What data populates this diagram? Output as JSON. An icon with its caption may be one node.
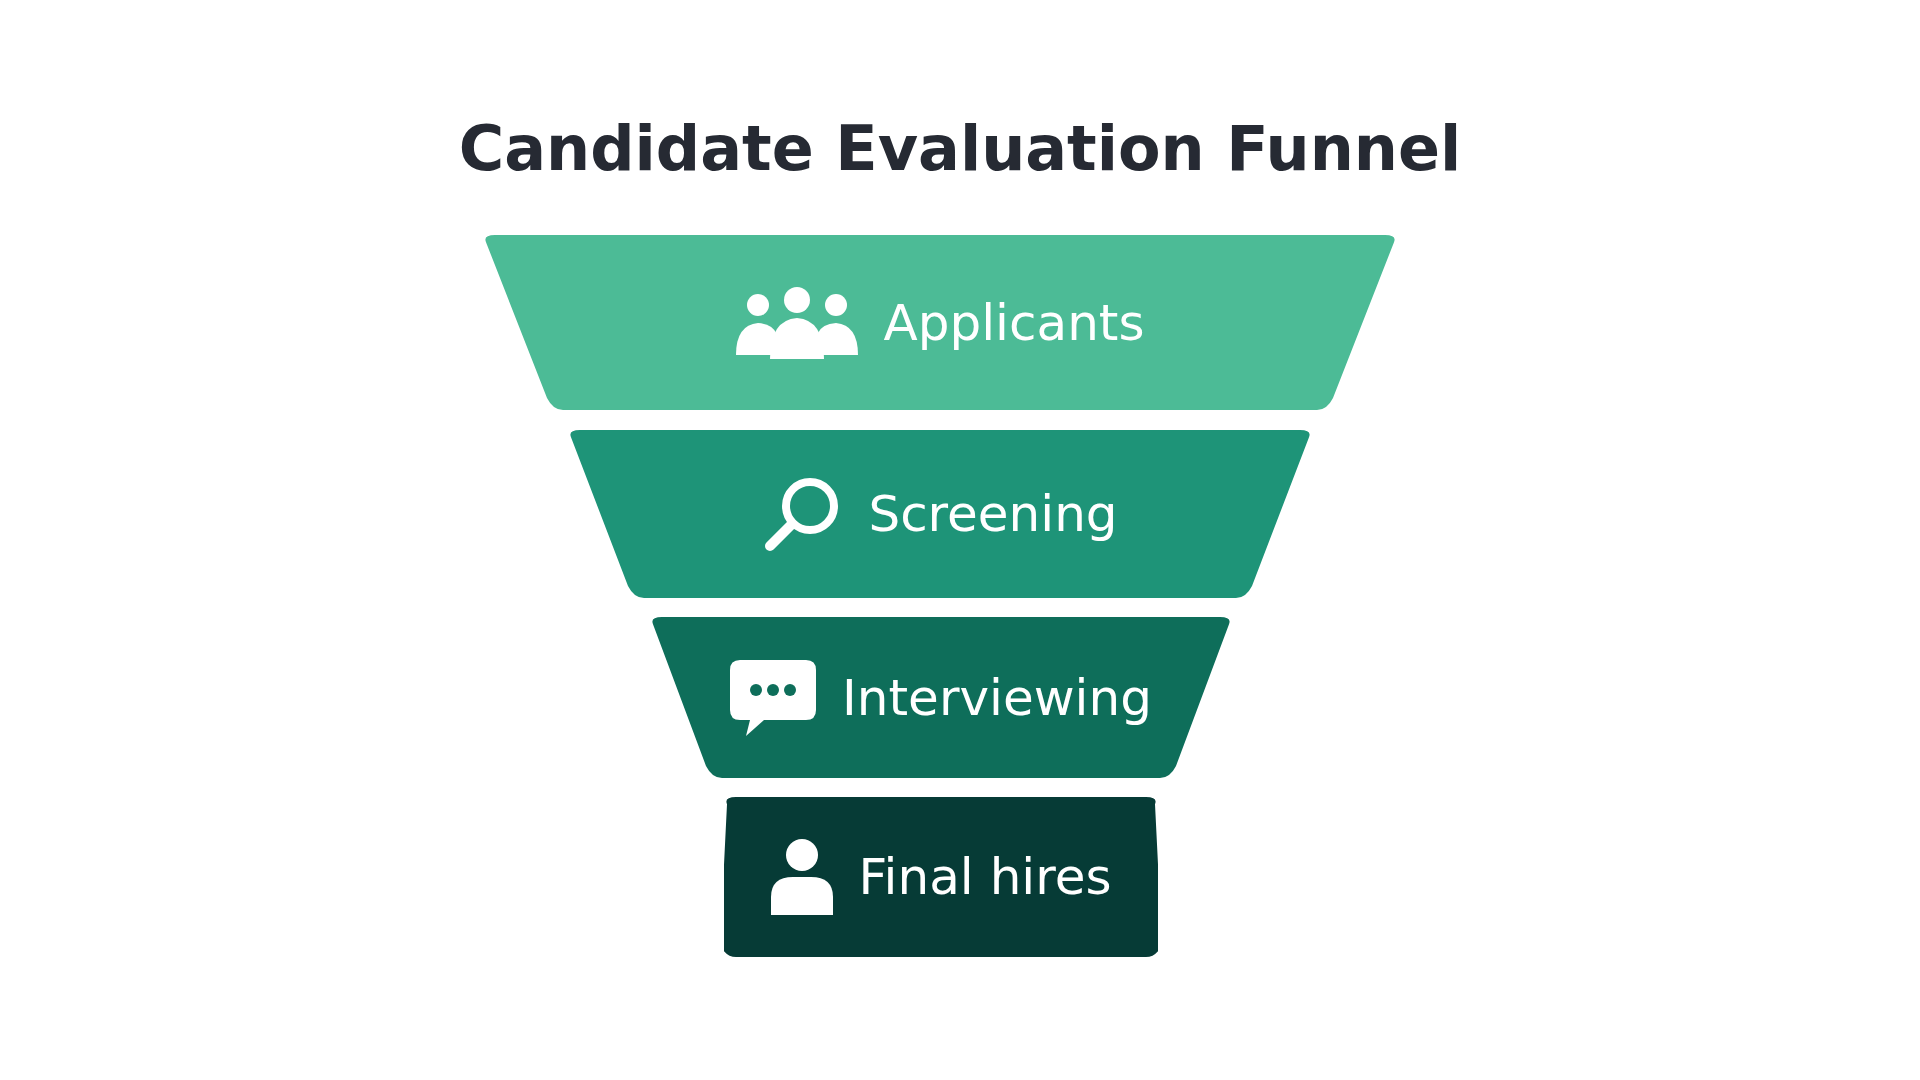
{
  "diagram": {
    "title": "Candidate Evaluation Funnel",
    "nodes": [
      {
        "text": [
          "Applicants"
        ]
      },
      {
        "text": [
          "Screening"
        ]
      },
      {
        "text": [
          "Interviewing"
        ]
      },
      {
        "text": [
          "Final hires"
        ]
      }
    ]
  }
}
